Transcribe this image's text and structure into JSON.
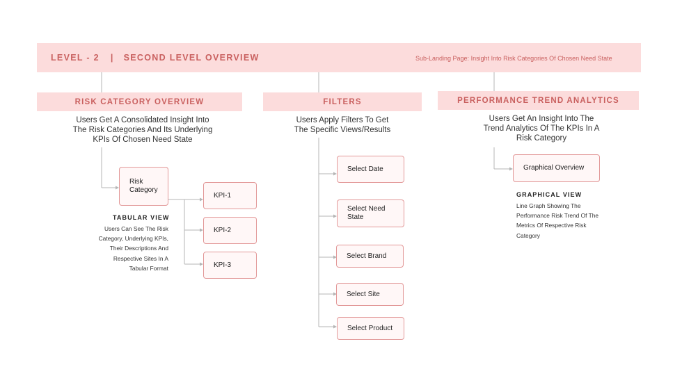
{
  "banner": {
    "level": "LEVEL - 2",
    "separator": "|",
    "title": "SECOND LEVEL OVERVIEW",
    "subtitle": "Sub-Landing Page: Insight Into Risk Categories Of Chosen Need State"
  },
  "risk": {
    "header": "RISK CATEGORY OVERVIEW",
    "description": [
      "Users Get A Consolidated Insight Into",
      "The Risk Categories And Its Underlying",
      "KPIs Of Chosen Need State"
    ],
    "root_node": [
      "Risk",
      "Category"
    ],
    "kpis": [
      "KPI-1",
      "KPI-2",
      "KPI-3"
    ],
    "view_title": "TABULAR VIEW",
    "view_text": [
      "Users Can See The Risk",
      "Category, Underlying KPIs,",
      "Their Descriptions And",
      "Respective Sites In A",
      "Tabular Format"
    ]
  },
  "filters": {
    "header": "FILTERS",
    "description": [
      "Users Apply Filters To Get",
      "The Specific Views/Results"
    ],
    "items": [
      [
        "Select Date"
      ],
      [
        "Select Need",
        "State"
      ],
      [
        "Select Brand"
      ],
      [
        "Select Site"
      ],
      [
        "Select Product"
      ]
    ]
  },
  "trend": {
    "header": "PERFORMANCE TREND ANALYTICS",
    "description": [
      "Users Get An Insight Into The",
      "Trend Analytics Of The KPIs In A",
      "Risk Category"
    ],
    "node": "Graphical Overview",
    "view_title": "GRAPHICAL VIEW",
    "view_text": [
      "Line Graph Showing The",
      "Performance Risk Trend Of The",
      "Metrics Of Respective Risk",
      "Category"
    ]
  },
  "colors": {
    "header_bg": "#fcdcdc",
    "accent": "#c9605f",
    "node_border": "#e29898",
    "connector": "#b5b5b5"
  }
}
